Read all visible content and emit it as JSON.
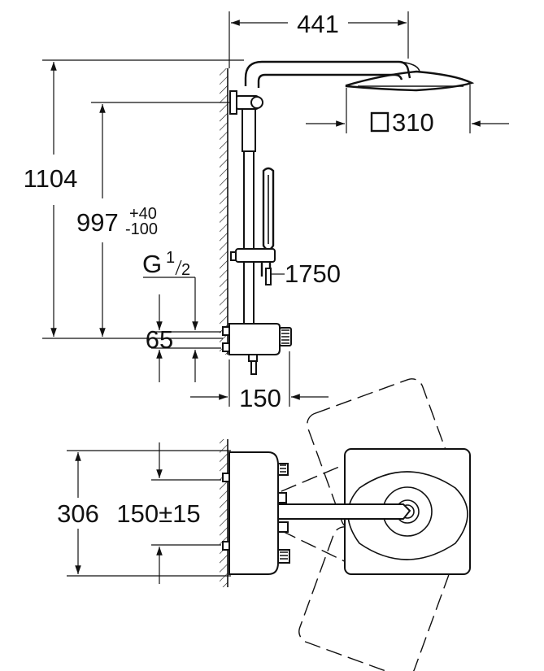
{
  "dimensions": {
    "arm_length": "441",
    "head_size": "310",
    "total_height": "1104",
    "outlet_height": "997",
    "outlet_tolerance_plus": "+40",
    "outlet_tolerance_minus": "-100",
    "thread_prefix": "G",
    "thread_num": "1",
    "thread_den": "2",
    "hose_length": "1750",
    "connection_spacing": "65",
    "projection": "150",
    "top_view_depth": "306",
    "top_view_spacing": "150±15"
  },
  "colors": {
    "line": "#111111",
    "background": "#ffffff"
  }
}
